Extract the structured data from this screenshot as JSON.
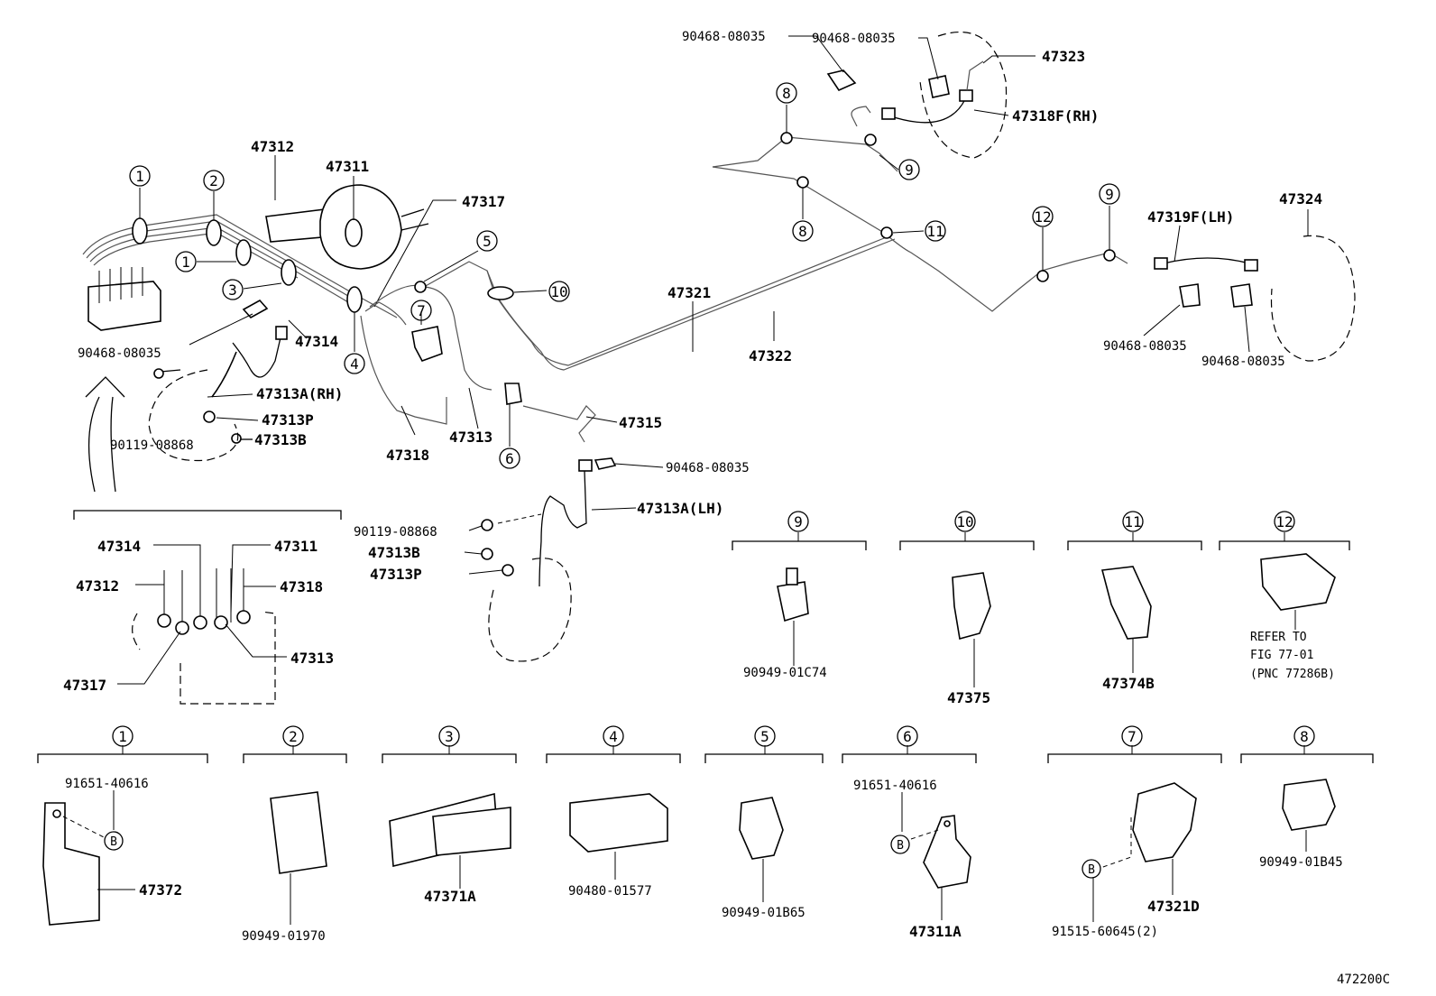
{
  "diagram_id": "472200C",
  "labels": {
    "p90468_a": "90468-08035",
    "p90468_b": "90468-08035",
    "p47323": "47323",
    "p47318f": "47318F(RH)",
    "p47312": "47312",
    "p47311": "47311",
    "p47317": "47317",
    "p47314": "47314",
    "p90468_c": "90468-08035",
    "p47313a_rh": "47313A(RH)",
    "p47313p": "47313P",
    "p90119": "90119-08868",
    "p47313b": "47313B",
    "p47318": "47318",
    "p47313": "47313",
    "p47315": "47315",
    "p90468_d": "90468-08035",
    "p47313a_lh": "47313A(LH)",
    "p90119_b": "90119-08868",
    "p47313b_b": "47313B",
    "p47313p_b": "47313P",
    "p47321": "47321",
    "p47322": "47322",
    "p47319f": "47319F(LH)",
    "p47324": "47324",
    "p90468_e": "90468-08035",
    "p90468_f": "90468-08035",
    "d47314": "47314",
    "d47311": "47311",
    "d47312": "47312",
    "d47318": "47318",
    "d47313": "47313",
    "d47317": "47317"
  },
  "callouts": {
    "c1": "1",
    "c2": "2",
    "c3": "3",
    "c4": "4",
    "c5": "5",
    "c6": "6",
    "c7": "7",
    "c8": "8",
    "c9": "9",
    "c10": "10",
    "c11": "11",
    "c12": "12"
  },
  "details": {
    "d9": {
      "num": "9",
      "part": "90949-01C74"
    },
    "d10": {
      "num": "10",
      "part": "47375"
    },
    "d11": {
      "num": "11",
      "part": "47374B"
    },
    "d12": {
      "num": "12",
      "ref1": "REFER TO",
      "ref2": "FIG 77-01",
      "ref3": "(PNC 77286B)"
    },
    "d1": {
      "num": "1",
      "bolt": "91651-40616",
      "b": "B",
      "part": "47372"
    },
    "d2": {
      "num": "2",
      "part": "90949-01970"
    },
    "d3": {
      "num": "3",
      "part": "47371A"
    },
    "d4": {
      "num": "4",
      "part": "90480-01577"
    },
    "d5": {
      "num": "5",
      "part": "90949-01B65"
    },
    "d6": {
      "num": "6",
      "bolt": "91651-40616",
      "b": "B",
      "part": "47311A"
    },
    "d7": {
      "num": "7",
      "b": "B",
      "bolt": "91515-60645(2)",
      "part": "47321D"
    },
    "d8": {
      "num": "8",
      "part": "90949-01B45"
    }
  }
}
